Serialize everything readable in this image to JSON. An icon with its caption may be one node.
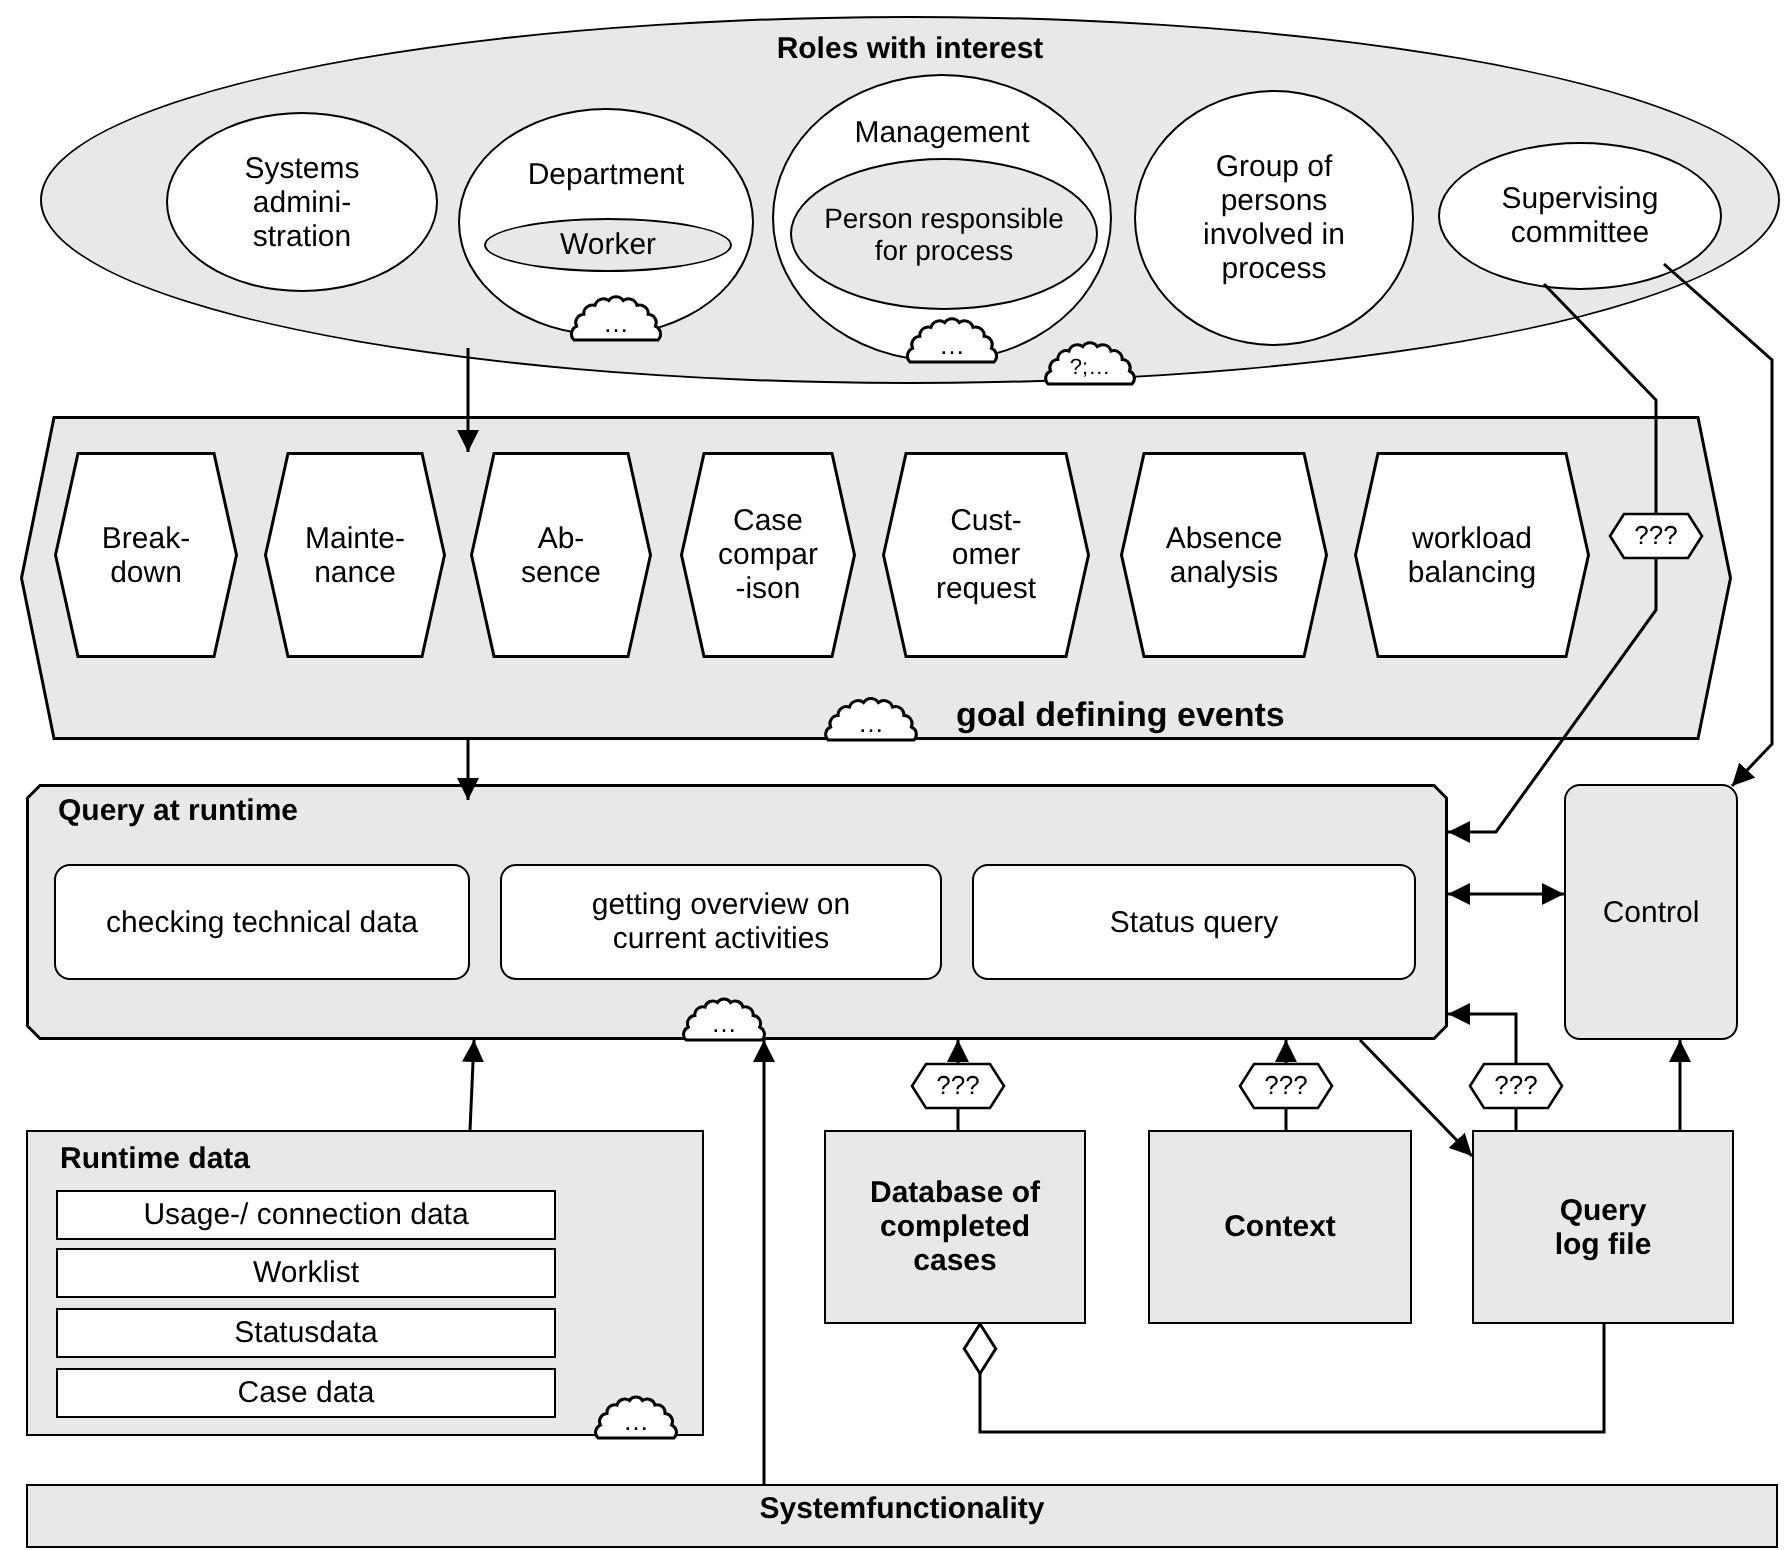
{
  "diagram": {
    "nodes": [
      {
        "text": [
          "Roles with interest"
        ]
      },
      {
        "text": [
          "Systems admini- stration"
        ],
        "in": 0
      },
      {
        "text": [
          "Department"
        ],
        "in": 0
      },
      {
        "text": [
          "Worker"
        ],
        "in": 2
      },
      {
        "text": [
          "…"
        ],
        "in": 2
      },
      {
        "text": [
          "Management"
        ],
        "in": 0
      },
      {
        "text": [
          "Person responsible for process"
        ],
        "in": 5
      },
      {
        "text": [
          "…"
        ],
        "in": 5
      },
      {
        "text": [
          "Group of persons involved in process"
        ],
        "in": 0
      },
      {
        "text": [
          "Supervising committee"
        ],
        "in": 0
      },
      {
        "text": [
          "?;…"
        ],
        "in": 0
      },
      {
        "text": [
          "goal defining events"
        ]
      },
      {
        "text": [
          "Break- down"
        ],
        "in": 11
      },
      {
        "text": [
          "Mainte- nance"
        ],
        "in": 11
      },
      {
        "text": [
          "Ab- sence"
        ],
        "in": 11
      },
      {
        "text": [
          "Case compar -ison"
        ],
        "in": 11
      },
      {
        "text": [
          "Cust- omer request"
        ],
        "in": 11
      },
      {
        "text": [
          "Absence analysis"
        ],
        "in": 11
      },
      {
        "text": [
          "workload balancing"
        ],
        "in": 11
      },
      {
        "text": [
          "…"
        ],
        "in": 11
      },
      {
        "text": [
          "Query at runtime"
        ]
      },
      {
        "text": [
          "checking technical data"
        ],
        "in": 20
      },
      {
        "text": [
          "getting overview on current activities"
        ],
        "in": 20
      },
      {
        "text": [
          "Status query"
        ],
        "in": 20
      },
      {
        "text": [
          "…"
        ],
        "in": 20
      },
      {
        "text": [
          "Control"
        ]
      },
      {
        "text": [
          "Runtime data"
        ]
      },
      {
        "text": [
          "Usage-/ connection data"
        ],
        "in": 26
      },
      {
        "text": [
          "Worklist"
        ],
        "in": 26
      },
      {
        "text": [
          "Statusdata"
        ],
        "in": 26
      },
      {
        "text": [
          "Case data"
        ],
        "in": 26
      },
      {
        "text": [
          "…"
        ],
        "in": 26
      },
      {
        "text": [
          "Database of completed cases"
        ]
      },
      {
        "text": [
          "Context"
        ]
      },
      {
        "text": [
          "Query log file"
        ]
      },
      {
        "text": [
          "Systemfunctionality"
        ]
      }
    ],
    "edges": [
      {
        "from": 0,
        "to": 11,
        "arrow": "to"
      },
      {
        "from": 11,
        "to": 20,
        "arrow": "to"
      },
      {
        "from": 9,
        "to": 20,
        "arrow": "to",
        "label": "???"
      },
      {
        "from": 9,
        "to": 25,
        "arrow": "to"
      },
      {
        "from": 20,
        "to": 25,
        "arrow": "both"
      },
      {
        "from": 34,
        "to": 20,
        "arrow": "to",
        "label": "???"
      },
      {
        "from": 20,
        "to": 34,
        "arrow": "to"
      },
      {
        "from": 34,
        "to": 25,
        "arrow": "to"
      },
      {
        "from": 32,
        "to": 20,
        "arrow": "to",
        "label": "???"
      },
      {
        "from": 33,
        "to": 20,
        "arrow": "to",
        "label": "???"
      },
      {
        "from": 26,
        "to": 20,
        "arrow": "to"
      },
      {
        "from": 35,
        "to": 20,
        "arrow": "to"
      },
      {
        "from": 34,
        "to": 32,
        "arrow": "other"
      }
    ]
  }
}
